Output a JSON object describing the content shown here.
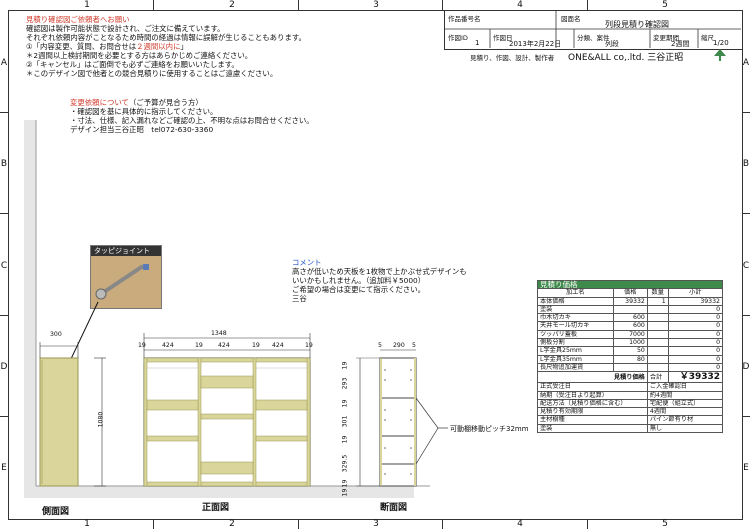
{
  "grid": {
    "columns": [
      "1",
      "2",
      "3",
      "4",
      "5"
    ],
    "rows": [
      "A",
      "B",
      "C",
      "D",
      "E"
    ]
  },
  "title_block": {
    "work_name_label": "作品番号名",
    "drawing_name_label": "図面名",
    "drawing_name": "列段見積り確認図",
    "id_label": "作図ID",
    "id_value": "1",
    "date_label": "作図日",
    "date_value": "2013年2月22日",
    "category_label": "分類、案件",
    "category_value": "列段",
    "change_label": "変更期間",
    "change_value": "2週間",
    "scale_label": "縮尺",
    "scale_value": "1/20",
    "maker_label": "見積り、作図、設計、製作者",
    "maker_value": "ONE&ALL co,.ltd. 三谷正昭"
  },
  "notes": {
    "confirm_heading": "見積り確認図ご依頼者へお願い",
    "confirm_lines": [
      "確認図は製作可能状態で設計され、ご注文に備えています。",
      "それぞれ依頼内容がことなるため時間の経過は情報に誤解が生じることもあります。",
      "①「内容変更、質問、お問合せは"
    ],
    "confirm_red_inline": "２週間以内に",
    "confirm_line3_end": "」",
    "confirm_lines2": [
      "＊2週間以上検討期間を必要とする方はあらかじめご連絡ください。",
      "②「キャンセル」はご面倒でも必ずご連絡をお願いいたします。",
      "＊このデザイン図で他者との競合見積りに使用することはご遠慮ください。"
    ],
    "change_heading": "変更依頼について",
    "change_heading_suffix": "（ご予算が見合う方）",
    "change_lines": [
      "・確認図を基に具体的に指示してください。",
      "・寸法、仕様、記入漏れなどご確認の上、不明な点はお問合せください。",
      "デザイン担当三谷正昭　tel072-630-3360"
    ]
  },
  "comment": {
    "heading": "コメント",
    "lines": [
      "高さが低いため天板を1枚物で上かぶせ式デザインも",
      "いいかもしれません。（追加料￥5000）",
      "ご希望の場合は変更にて指示ください。",
      "三谷"
    ]
  },
  "tapping_joint_label": "タッピジョイント",
  "estimate": {
    "title": "見積り価格",
    "headers": [
      "加工名",
      "価格",
      "数量",
      "小計"
    ],
    "rows": [
      [
        "本体価格",
        "39332",
        "1",
        "39332"
      ],
      [
        "塗装",
        "",
        "",
        "0"
      ],
      [
        "巾木切カキ",
        "600",
        "",
        "0"
      ],
      [
        "天井モール切カキ",
        "600",
        "",
        "0"
      ],
      [
        "ツッパリ蓋板",
        "7000",
        "",
        "0"
      ],
      [
        "側板分割",
        "1000",
        "",
        "0"
      ],
      [
        "L字金具25mm",
        "50",
        "",
        "0"
      ],
      [
        "L字金具35mm",
        "80",
        "",
        "0"
      ],
      [
        "長尺物追加運賃",
        "",
        "",
        "0"
      ]
    ],
    "total_label": "見積り価格",
    "total_sub": "合計",
    "total_value": "￥39332",
    "info": [
      [
        "正式受注日",
        "ご入金確認日"
      ],
      [
        "納期（受注日より起算）",
        "約4週間"
      ],
      [
        "配送方法（見積り価格に含む）",
        "宅配便（組立式）"
      ],
      [
        "見積り有効期限",
        "4週間"
      ],
      [
        "主材樹種",
        "パイン節有り材"
      ],
      [
        "塗装",
        "無し"
      ]
    ]
  },
  "dims": {
    "side_width": "300",
    "height": "1080",
    "total_width": "1348",
    "front": [
      "19",
      "424",
      "19",
      "424",
      "19",
      "424",
      "19"
    ],
    "section_top": [
      "5",
      "290",
      "5"
    ],
    "section_side": [
      "19",
      "293",
      "19",
      "301",
      "19",
      "329.5",
      "19"
    ],
    "section_bottom": [
      "19"
    ],
    "pitch_label": "可動棚移動ピッチ32mm"
  },
  "view_labels": {
    "side": "側面図",
    "front": "正面図",
    "section": "断面図"
  },
  "colors": {
    "accent_green": "#3d8a4a",
    "note_red": "#d03a2a",
    "wood": "#d9d59b",
    "wood_dark": "#9a9650"
  }
}
